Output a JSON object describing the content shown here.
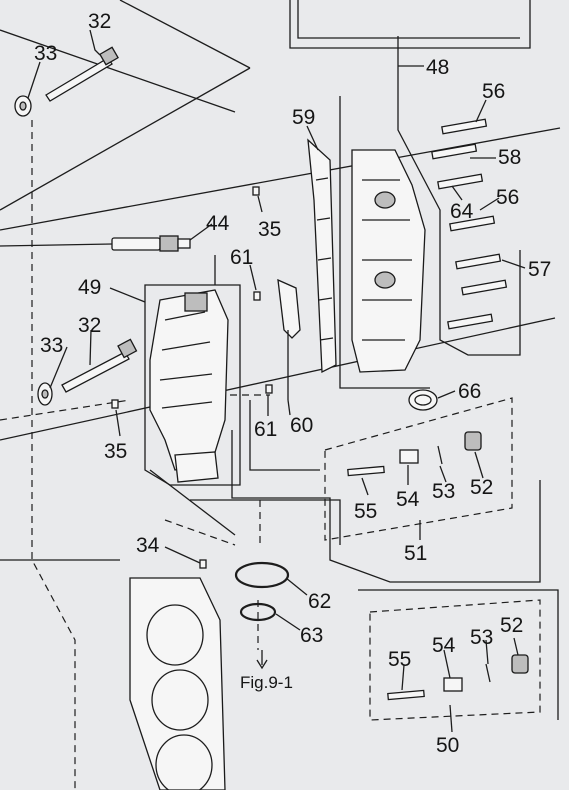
{
  "diagram": {
    "callouts": [
      {
        "id": "c32a",
        "text": "32"
      },
      {
        "id": "c33a",
        "text": "33"
      },
      {
        "id": "c48",
        "text": "48"
      },
      {
        "id": "c56a",
        "text": "56"
      },
      {
        "id": "c59",
        "text": "59"
      },
      {
        "id": "c58",
        "text": "58"
      },
      {
        "id": "c64",
        "text": "64"
      },
      {
        "id": "c56b",
        "text": "56"
      },
      {
        "id": "c44",
        "text": "44"
      },
      {
        "id": "c35a",
        "text": "35"
      },
      {
        "id": "c61a",
        "text": "61"
      },
      {
        "id": "c57",
        "text": "57"
      },
      {
        "id": "c49",
        "text": "49"
      },
      {
        "id": "c32b",
        "text": "32"
      },
      {
        "id": "c33b",
        "text": "33"
      },
      {
        "id": "c66",
        "text": "66"
      },
      {
        "id": "c61b",
        "text": "61"
      },
      {
        "id": "c60",
        "text": "60"
      },
      {
        "id": "c35b",
        "text": "35"
      },
      {
        "id": "c55a",
        "text": "55"
      },
      {
        "id": "c54a",
        "text": "54"
      },
      {
        "id": "c53a",
        "text": "53"
      },
      {
        "id": "c52a",
        "text": "52"
      },
      {
        "id": "c51",
        "text": "51"
      },
      {
        "id": "c34",
        "text": "34"
      },
      {
        "id": "c62",
        "text": "62"
      },
      {
        "id": "c63",
        "text": "63"
      },
      {
        "id": "c55b",
        "text": "55"
      },
      {
        "id": "c54b",
        "text": "54"
      },
      {
        "id": "c53b",
        "text": "53"
      },
      {
        "id": "c52b",
        "text": "52"
      },
      {
        "id": "c50",
        "text": "50"
      }
    ],
    "figure_ref": "Fig.9-1"
  }
}
